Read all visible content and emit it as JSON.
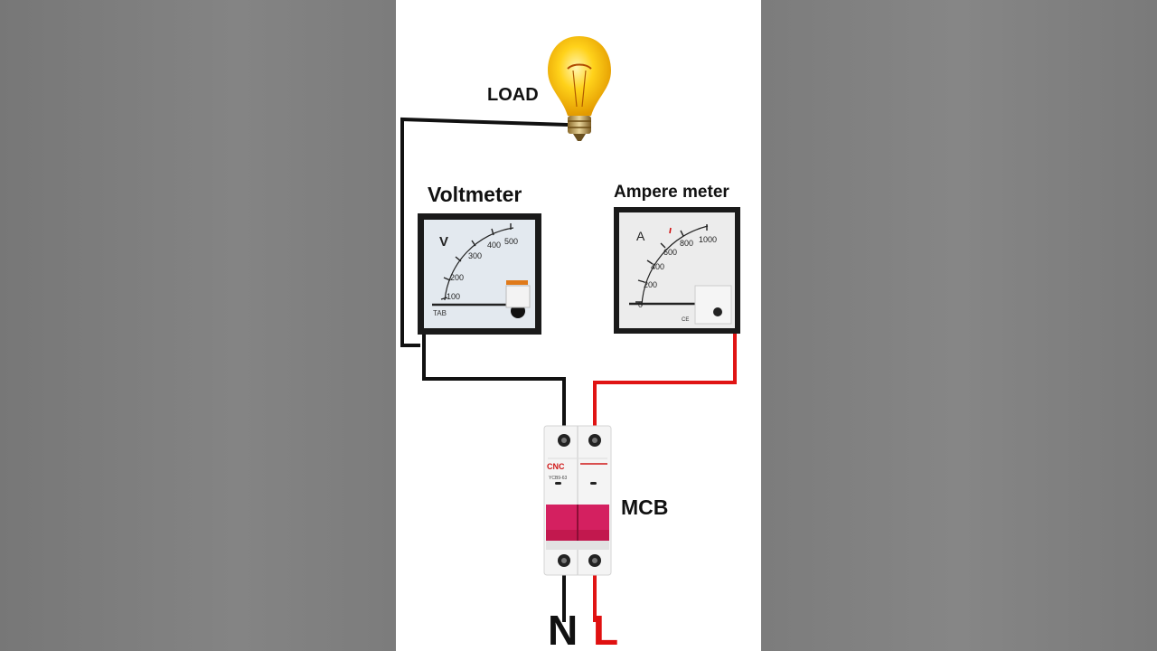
{
  "labels": {
    "load": "LOAD",
    "voltmeter": "Voltmeter",
    "ammeter": "Ampere meter",
    "mcb": "MCB",
    "neutral": "N",
    "line": "L"
  },
  "voltmeter_face": {
    "unit": "V",
    "scale": [
      "100",
      "200",
      "300",
      "400",
      "500"
    ],
    "brand": "TAB"
  },
  "ammeter_face": {
    "unit": "A",
    "scale": [
      "0",
      "200",
      "400",
      "600",
      "800",
      "1000"
    ],
    "mark": "CE"
  },
  "mcb_face": {
    "brand": "CNC",
    "model": "YCB9-63"
  },
  "colors": {
    "neutral_wire": "#111111",
    "line_wire": "#e01414",
    "mcb_toggle": "#c2184e",
    "bulb": "#f5c400"
  }
}
